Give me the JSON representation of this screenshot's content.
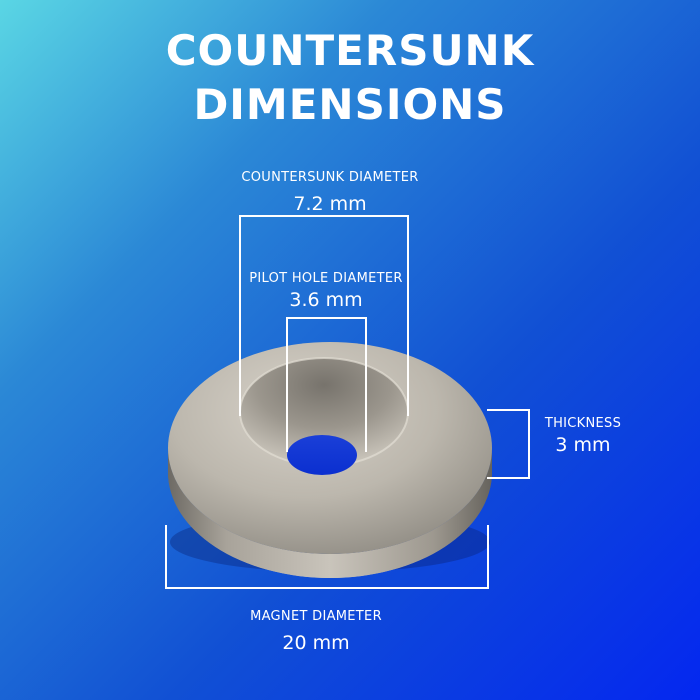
{
  "title": {
    "line1": "COUNTERSUNK",
    "line2": "DIMENSIONS"
  },
  "dimensions": {
    "countersunk_diameter": {
      "label": "COUNTERSUNK DIAMETER",
      "value": "7.2 mm"
    },
    "pilot_hole_diameter": {
      "label": "PILOT HOLE DIAMETER",
      "value": "3.6 mm"
    },
    "thickness": {
      "label": "THICKNESS",
      "value": "3 mm"
    },
    "magnet_diameter": {
      "label": "MAGNET DIAMETER",
      "value": "20 mm"
    }
  },
  "colors": {
    "gradient_start": "#5ad6e4",
    "gradient_end": "#0427f0",
    "text": "#ffffff",
    "magnet_metal": "#b8b2a6"
  }
}
